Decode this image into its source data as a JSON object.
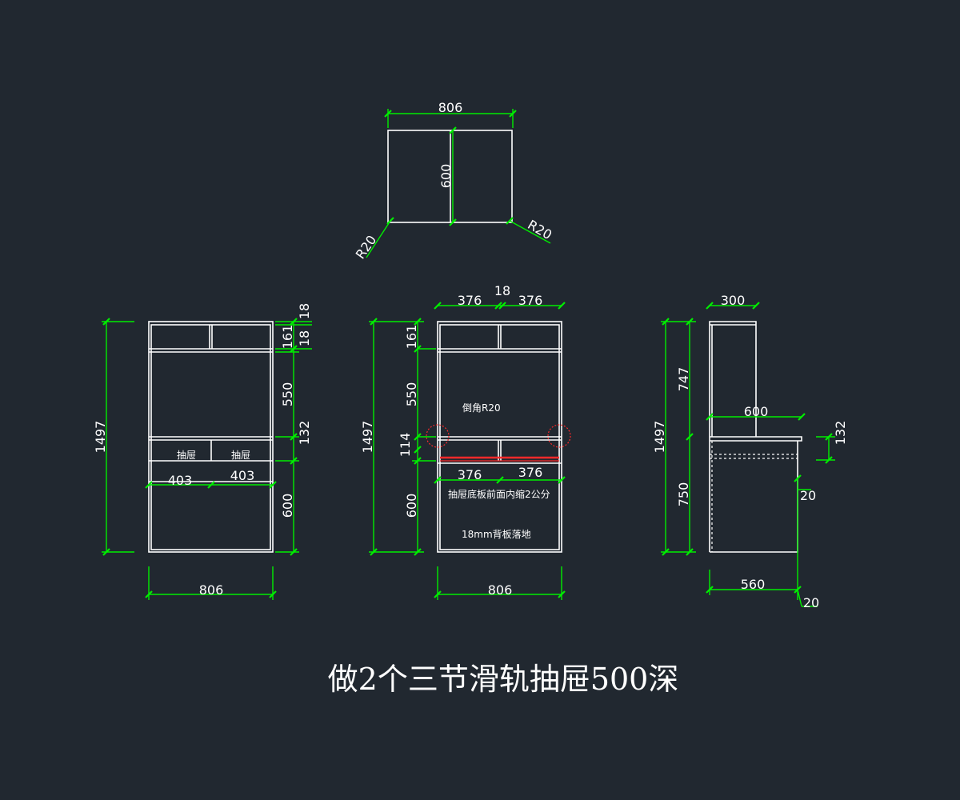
{
  "title": "做2个三节滑轨抽屉500深",
  "top_view": {
    "width": "806",
    "depth": "600",
    "radius_left": "R20",
    "radius_right": "R20"
  },
  "front_view": {
    "height": "1497",
    "width": "806",
    "top_board": "18",
    "top_compartment": "161",
    "top_shelf": "18",
    "middle_opening": "550",
    "drawer_zone": "132",
    "lower_opening": "600",
    "drawer_width_left": "403",
    "drawer_width_right": "403",
    "drawer_label_left": "抽屉",
    "drawer_label_right": "抽屉"
  },
  "section_view": {
    "height": "1497",
    "width": "806",
    "top_left": "376",
    "top_center": "18",
    "top_right": "376",
    "top_compartment": "161",
    "middle_opening": "550",
    "drawer_zone": "114",
    "lower_opening": "600",
    "drawer_left": "376",
    "drawer_right": "376",
    "note_chamfer": "倒角R20",
    "note_drawer_bottom": "抽屉底板前面内缩2公分",
    "note_back_panel": "18mm背板落地"
  },
  "side_view": {
    "height": "1497",
    "upper_height": "747",
    "lower_height": "750",
    "top_depth": "300",
    "desk_depth": "600",
    "drawer_zone": "132",
    "overhang": "20",
    "base_depth": "560",
    "base_offset": "20"
  }
}
